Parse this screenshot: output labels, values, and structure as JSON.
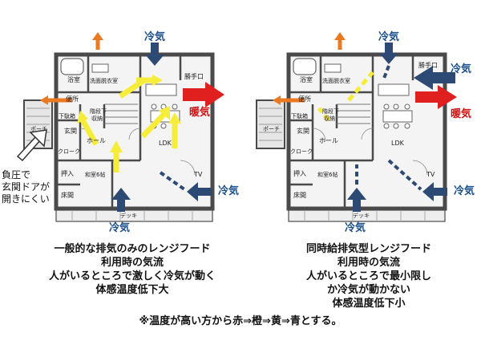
{
  "rooms": {
    "bath": "浴室",
    "washroom": "洗面脱衣室",
    "storage_door": "勝手口",
    "toilet": "便所",
    "stair_storage_1": "階段下",
    "stair_storage_2": "収納",
    "shoe_box": "下駄箱",
    "entrance": "玄関",
    "porch": "ポーチ",
    "closet": "クローク",
    "hall": "ホール",
    "japanese_room": "和室6帖",
    "oshiire": "押入",
    "tokonoma": "床間",
    "ldk": "LDK",
    "tv": "TV",
    "deck": "デッキ"
  },
  "labels": {
    "cold_air": "冷気",
    "warm_air": "暖気"
  },
  "left_note": [
    "負圧で",
    "玄関ドアが",
    "開きにくい"
  ],
  "left_caption": [
    "一般的な排気のみのレンジフード",
    "利用時の気流",
    "人がいるところで激しく冷気が動く",
    "体感温度低下大"
  ],
  "right_caption": [
    "同時給排気型レンジフード",
    "利用時の気流",
    "人がいるところで最小限し",
    "か冷気が動かない",
    "体感温度低下小"
  ],
  "footnote": "※温度が高い方から赤⇒橙⇒黄⇒青とする。",
  "colors": {
    "red": "#e0201f",
    "orange": "#ea7a22",
    "yellow": "#f6ec3a",
    "blue": "#2d4a74",
    "wall": "#4a4a4a"
  }
}
